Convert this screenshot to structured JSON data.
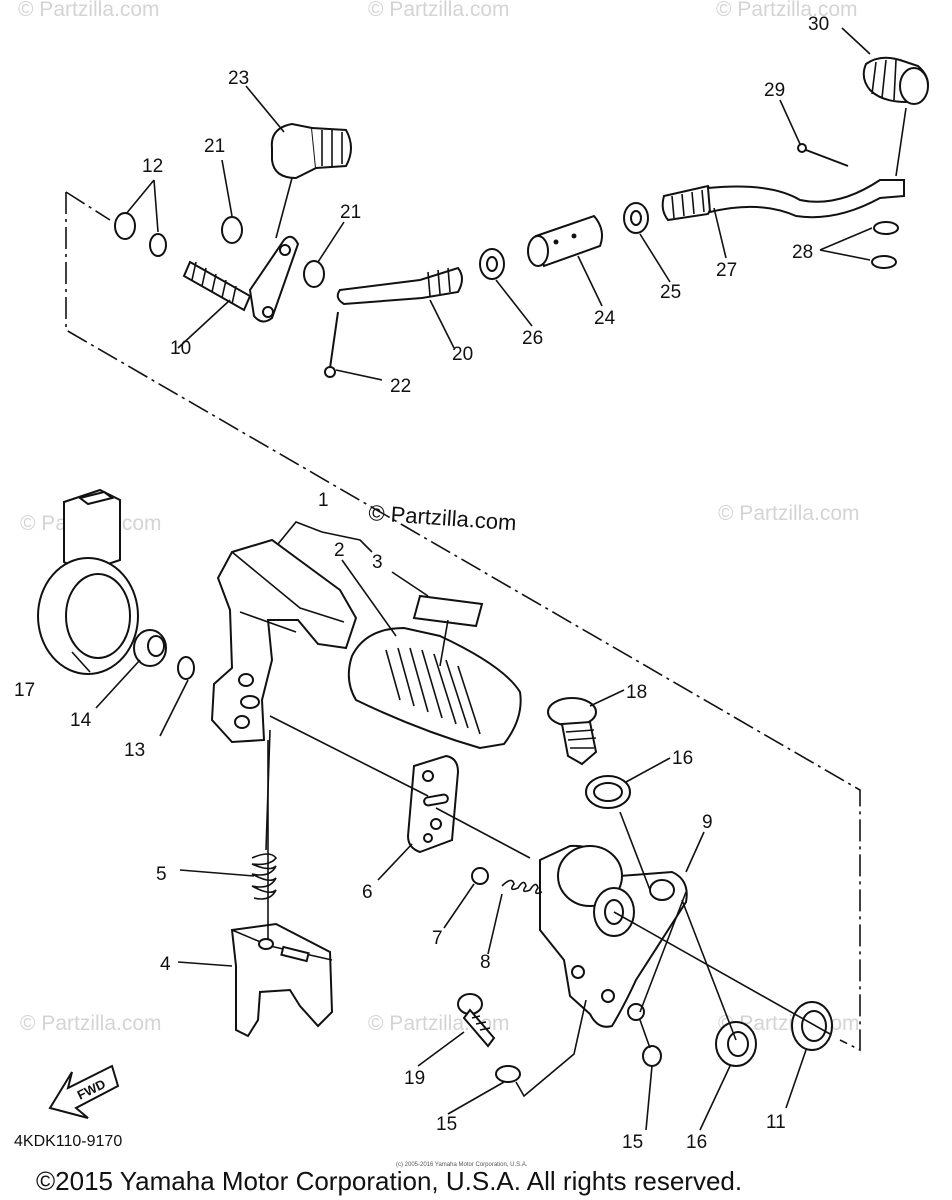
{
  "watermark": "© Partzilla.com",
  "center_watermark": "© Partzilla.com",
  "callouts": [
    "1",
    "2",
    "3",
    "4",
    "5",
    "6",
    "7",
    "8",
    "9",
    "10",
    "11",
    "12",
    "13",
    "14",
    "15",
    "15",
    "16",
    "16",
    "17",
    "18",
    "19",
    "20",
    "21",
    "21",
    "22",
    "23",
    "24",
    "25",
    "26",
    "27",
    "28",
    "29",
    "30"
  ],
  "diagram_code": "4KDK110-9170",
  "fwd_label": "FWD",
  "small_notice": "(c) 2005-2016 Yamaha Motor Corporation, U.S.A.",
  "copyright": "©2015 Yamaha Motor Corporation, U.S.A. All rights reserved."
}
